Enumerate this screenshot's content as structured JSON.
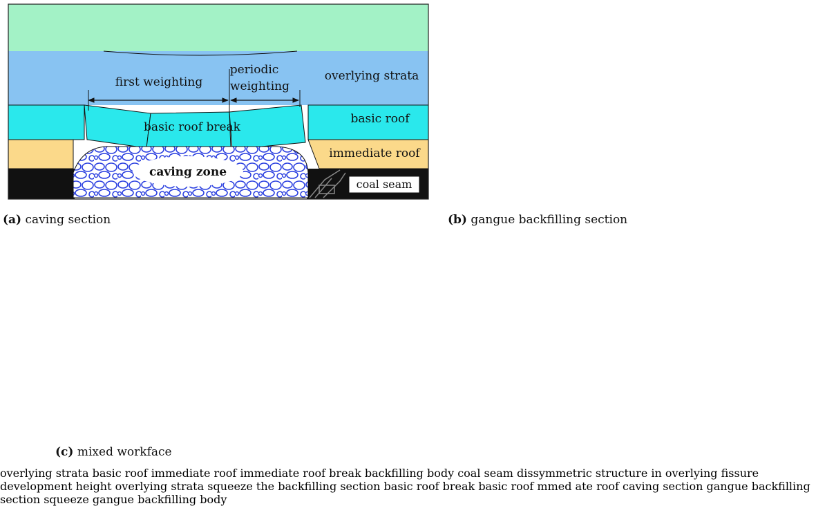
{
  "colors": {
    "green": "#a3f2c6",
    "blue": "#88c3f2",
    "cyan": "#2ae8ec",
    "tan": "#fbd98a",
    "black": "#111111",
    "gob_line": "#2a3fe0",
    "red": "#e23b2f"
  },
  "panel_a": {
    "caption_letter": "(a)",
    "caption_text": "caving section",
    "labels": {
      "first_weighting": "first weighting",
      "periodic_1": "periodic",
      "periodic_2": "weighting",
      "overlying_strata": "overlying strata",
      "basic_roof": "basic roof",
      "basic_roof_break": "basic roof break",
      "immediate_roof": "immediate roof",
      "caving_zone": "caving zone",
      "coal_seam": "coal seam"
    }
  },
  "panel_b": {
    "caption_letter": "(b)",
    "caption_text": "gangue backfilling section",
    "labels": {
      "overlying_strata": "overlying strata",
      "basic_roof": "basic roof",
      "immediate_roof": "immediate roof",
      "immediate_roof_break": "immediate roof break",
      "backfilling_body": "backfilling body",
      "coal_seam": "coal seam"
    }
  },
  "panel_c": {
    "caption_letter": "(c)",
    "caption_text": "mixed workface",
    "labels": {
      "dissymmetric": "dissymmetric structure in overlying",
      "fissure": "fissure development height",
      "overlying_1": "overlying",
      "overlying_2": "strata",
      "squeeze_1": "squeeze the",
      "squeeze_2": "backfilling",
      "squeeze_3": "section",
      "basic_roof_break": "basic roof break",
      "basic_roof": "basic roof",
      "immediate_roof": "mmed ate roof",
      "caving_section": "caving section",
      "gangue_section": "gangue backfilling section"
    }
  },
  "detail": {
    "labels": {
      "line1": "squeeze",
      "line2": "gangue",
      "line3": "backfilling",
      "line4": "body"
    }
  }
}
